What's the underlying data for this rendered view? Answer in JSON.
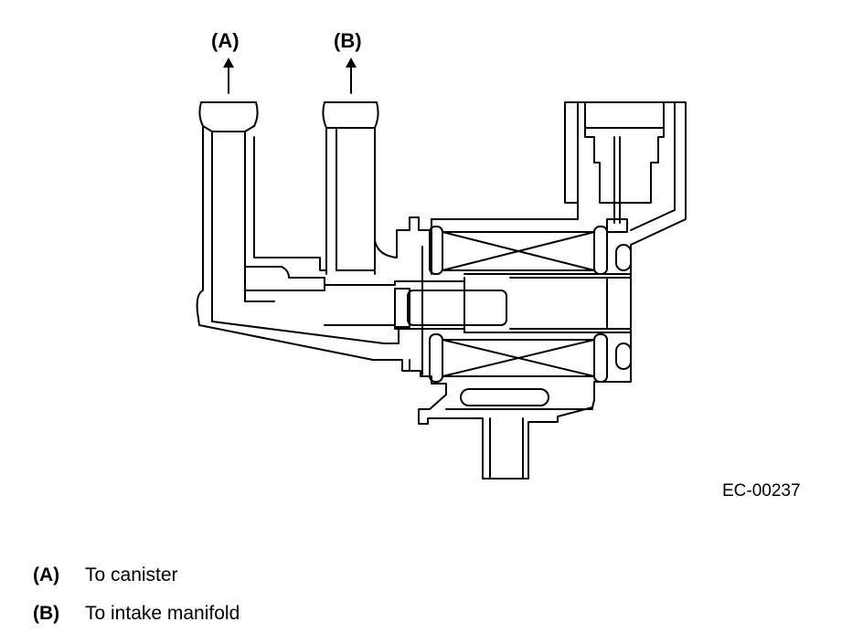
{
  "diagram": {
    "callouts": {
      "a": "(A)",
      "b": "(B)"
    },
    "figure_code": "EC-00237",
    "stroke_color": "#000000"
  },
  "legend": [
    {
      "key": "(A)",
      "text": "To canister"
    },
    {
      "key": "(B)",
      "text": "To intake manifold"
    }
  ]
}
